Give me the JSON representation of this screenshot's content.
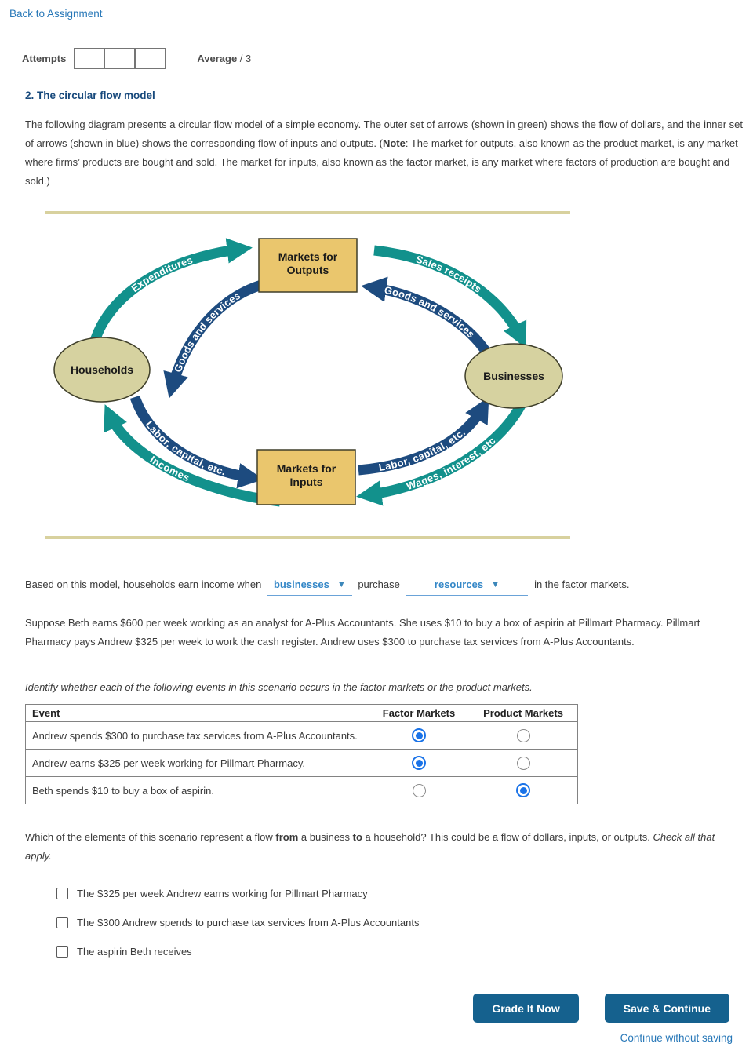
{
  "header": {
    "back_link": "Back to Assignment",
    "attempts_label": "Attempts",
    "average_label": "Average",
    "average_value": "/ 3"
  },
  "title": "2. The circular flow model",
  "intro": {
    "part1": "The following diagram presents a circular flow model of a simple economy. The outer set of arrows (shown in green) shows the flow of dollars, and the inner set of arrows (shown in blue) shows the corresponding flow of inputs and outputs. (",
    "note_bold": "Note",
    "part2": ": The market for outputs, also known as the product market, is any market where firms’ products are bought and sold. The market for inputs, also known as the factor market, is any market where factors of production are bought and sold.)"
  },
  "diagram": {
    "nodes": {
      "markets_outputs_line1": "Markets for",
      "markets_outputs_line2": "Outputs",
      "markets_inputs_line1": "Markets for",
      "markets_inputs_line2": "Inputs",
      "households": "Households",
      "businesses": "Businesses"
    },
    "arrow_labels": {
      "expenditures": "Expenditures",
      "goods_services_left": "Goods and services",
      "sales_receipts": "Sales receipts",
      "goods_services_right": "Goods and services",
      "labor_left": "Labor, capital, etc.",
      "incomes": "Incomes",
      "labor_right": "Labor, capital, etc.",
      "wages": "Wages, interest, etc."
    },
    "colors": {
      "dollar_flow_teal": "#12918C",
      "inputs_outputs_navy": "#1D4B7F",
      "market_box_fill": "#EAC66D",
      "node_ellipse_fill": "#D6D2A0",
      "node_border": "#3F3F2A",
      "divider_tan": "#D8D19E"
    }
  },
  "fill_in": {
    "text_before": "Based on this model, households earn income when",
    "dropdown1_value": "businesses",
    "text_middle": "purchase",
    "dropdown2_value": "resources",
    "text_after": "in the factor markets."
  },
  "scenario": "Suppose Beth earns $600 per week working as an analyst for A-Plus Accountants. She uses $10 to buy a box of aspirin at Pillmart Pharmacy. Pillmart Pharmacy pays Andrew $325 per week to work the cash register. Andrew uses $300 to purchase tax services from A-Plus Accountants.",
  "table": {
    "instruction": "Identify whether each of the following events in this scenario occurs in the factor markets or the product markets.",
    "headers": {
      "event": "Event",
      "factor": "Factor Markets",
      "product": "Product Markets"
    },
    "rows": [
      {
        "event": "Andrew spends $300 to purchase tax services from A-Plus Accountants.",
        "factor": "true",
        "product": "false"
      },
      {
        "event": "Andrew earns $325 per week working for Pillmart Pharmacy.",
        "factor": "true",
        "product": "false"
      },
      {
        "event": "Beth spends $10 to buy a box of aspirin.",
        "factor": "false",
        "product": "true"
      }
    ]
  },
  "checklist": {
    "question": {
      "part1": "Which of the elements of this scenario represent a flow ",
      "bold1": "from",
      "part2": " a business ",
      "bold2": "to",
      "part3": " a household? This could be a flow of dollars, inputs, or outputs. ",
      "italic": "Check all that apply."
    },
    "options": [
      {
        "label": "The $325 per week Andrew earns working for Pillmart Pharmacy",
        "checked": "false"
      },
      {
        "label": "The $300 Andrew spends to purchase tax services from A-Plus Accountants",
        "checked": "false"
      },
      {
        "label": "The aspirin Beth receives",
        "checked": "false"
      }
    ]
  },
  "footer": {
    "grade_button": "Grade It Now",
    "save_button": "Save & Continue",
    "continue_link": "Continue without saving"
  }
}
